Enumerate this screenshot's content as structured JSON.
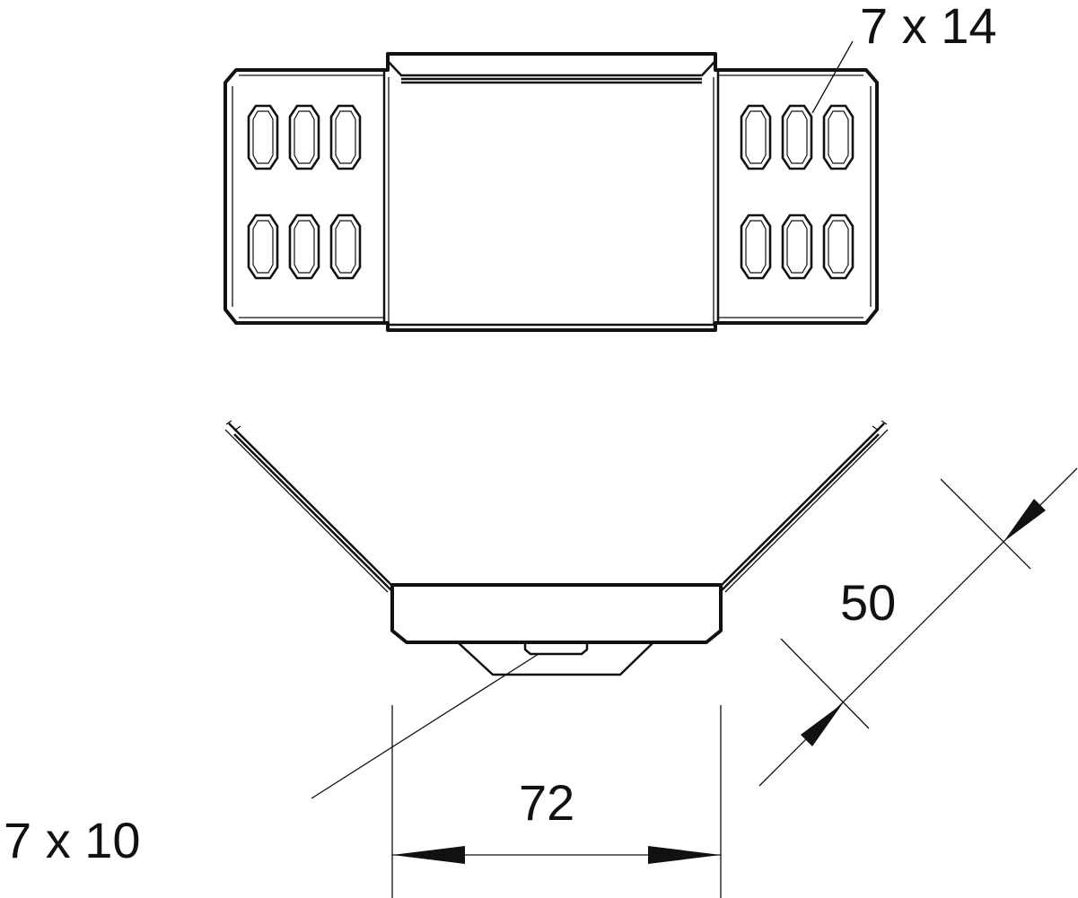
{
  "labels": {
    "slot_top": "7 x 14",
    "slot_bottom": "7 x 10",
    "height_dim": "50",
    "width_dim": "72"
  },
  "colors": {
    "line": "#111111",
    "background": "#ffffff"
  }
}
